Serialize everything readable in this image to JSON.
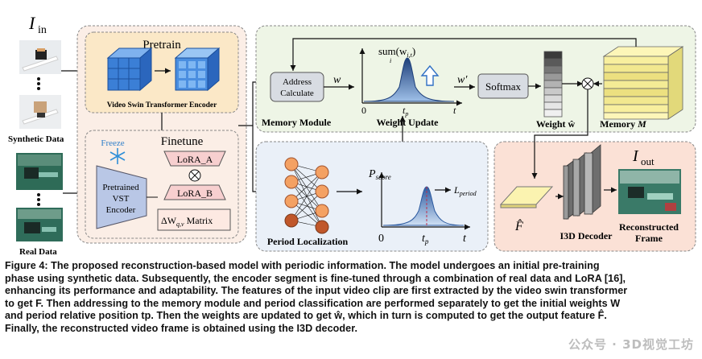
{
  "figure": {
    "input_label": "I",
    "input_sub": "in",
    "output_label": "I",
    "output_sub": "out",
    "synthetic_data": "Synthetic Data",
    "real_data": "Real Data",
    "pretrain_title": "Pretrain",
    "vst_encoder_label": "Video Swin Transformer Encoder",
    "finetune_title": "Finetune",
    "freeze": "Freeze",
    "pretrained_vst_line1": "Pretrained",
    "pretrained_vst_line2": "VST",
    "pretrained_vst_line3": "Encoder",
    "lora_a": "LoRA_A",
    "lora_b": "LoRA_B",
    "delta_w": "ΔW",
    "delta_w_sub": "q,v",
    "delta_w_rest": " Matrix",
    "address_line1": "Address",
    "address_line2": "Calculate",
    "w_label": "w",
    "w_prime_label": "w′",
    "sum_label": "sum(w",
    "sum_sub": "i,t",
    "sum_close": ")",
    "sum_under": "i",
    "axis_zero": "0",
    "axis_t": "t",
    "tp_label": "t",
    "tp_sub": "p",
    "softmax": "Softmax",
    "memory_module": "Memory Module",
    "weight_update": "Weight Update",
    "weight_hat": "Weight ŵ",
    "memory_m": "Memory ",
    "memory_m_italic": "M",
    "period_localization": "Period Localization",
    "p_score": "P",
    "p_score_sub": "score",
    "l_period": "L",
    "l_period_sub": "period",
    "f_hat": "F̂",
    "i3d_decoder": "I3D Decoder",
    "reconstructed_line1": "Reconstructed",
    "reconstructed_line2": "Frame",
    "otimes": "⊗"
  },
  "caption": {
    "lines": [
      "Figure 4: The proposed reconstruction-based model with periodic information. The model undergoes an initial pre-training",
      "phase using synthetic data. Subsequently, the encoder segment is fine-tuned through a combination of real data and LoRA [16],",
      "enhancing its performance and adaptability. The features of the input video clip are first extracted by the video swin transformer",
      "to get F. Then addressing to the memory module and period classification are performed separately to get the initial weights W",
      "and period relative position tp. Then the weights are updated to get ŵ, which in turn is computed to get the output feature F̂.",
      "Finally, the reconstructed video frame is obtained using the I3D decoder."
    ]
  },
  "watermark": "公众号 · 3D视觉工坊",
  "colors": {
    "pretrain_bg": "#fbe8c7",
    "outer_bg": "#fbeee6",
    "memory_bg": "#eef5e6",
    "period_bg": "#eaf0f8",
    "decoder_bg": "#fbe1d6",
    "cube_blue": "#3b7fd6",
    "node_orange": "#f4a163",
    "node_dark": "#c0572a",
    "curve_blue": "#2f5fa8"
  }
}
